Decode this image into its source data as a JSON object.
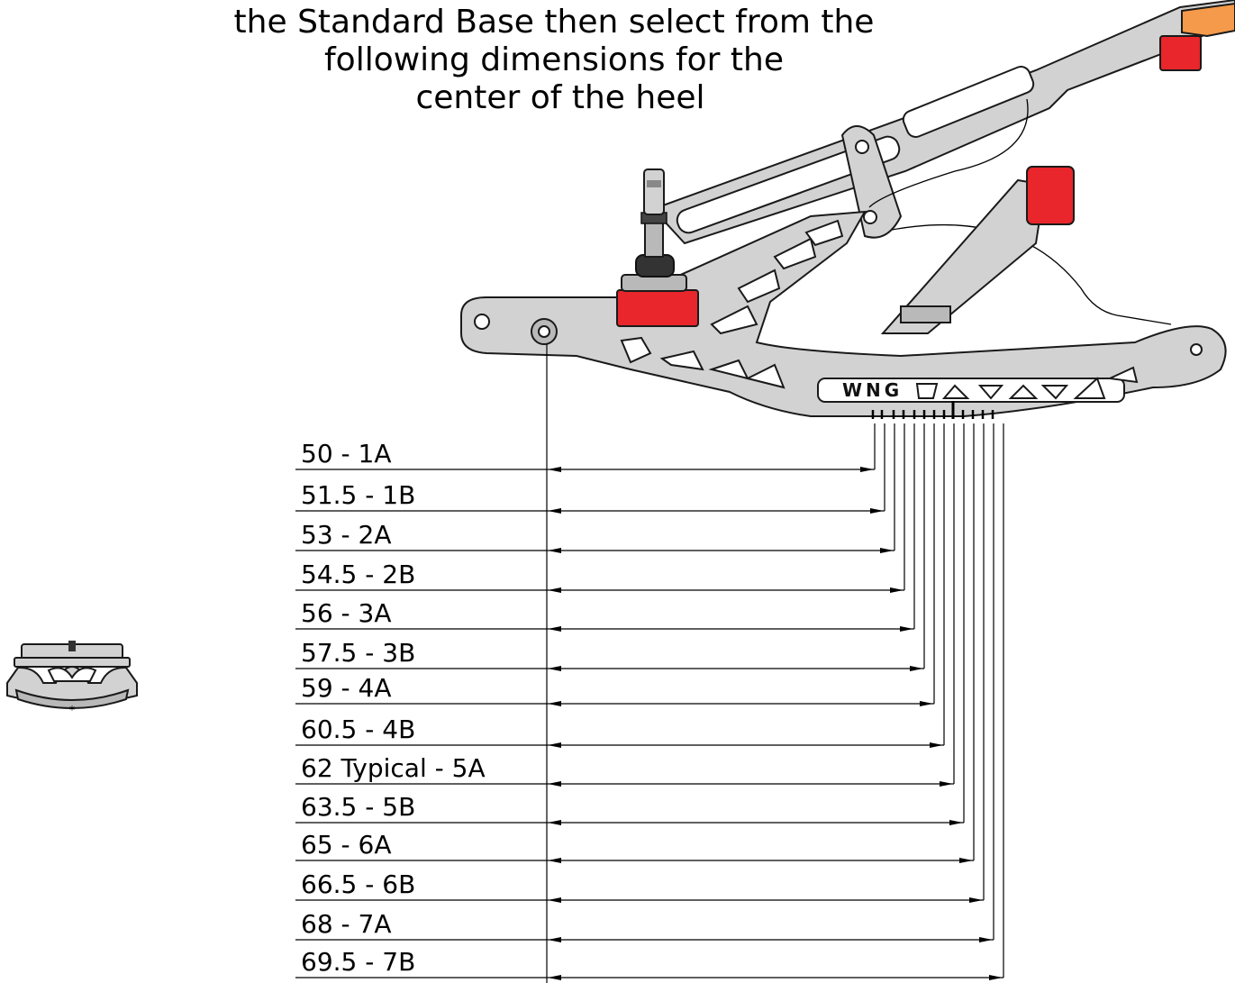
{
  "title_lines": [
    "the Standard Base then select from the",
    "following dimensions for the",
    "center of the heel"
  ],
  "logo_text": "WNG",
  "dimensions": [
    {
      "label": "50 - 1A"
    },
    {
      "label": "51.5 - 1B"
    },
    {
      "label": "53 - 2A"
    },
    {
      "label": "54.5 - 2B"
    },
    {
      "label": "56 - 3A"
    },
    {
      "label": "57.5 - 3B"
    },
    {
      "label": "59 - 4A"
    },
    {
      "label": "60.5 - 4B"
    },
    {
      "label": "62 Typical - 5A"
    },
    {
      "label": "63.5 - 5B"
    },
    {
      "label": "65 - 6A"
    },
    {
      "label": "66.5 - 6B"
    },
    {
      "label": "68 - 7A"
    },
    {
      "label": "69.5 - 7B"
    }
  ],
  "colors": {
    "part_fill": "#d2d2d2",
    "accent_red": "#e8262b",
    "accent_orange": "#f59a4a",
    "line": "#000000"
  }
}
